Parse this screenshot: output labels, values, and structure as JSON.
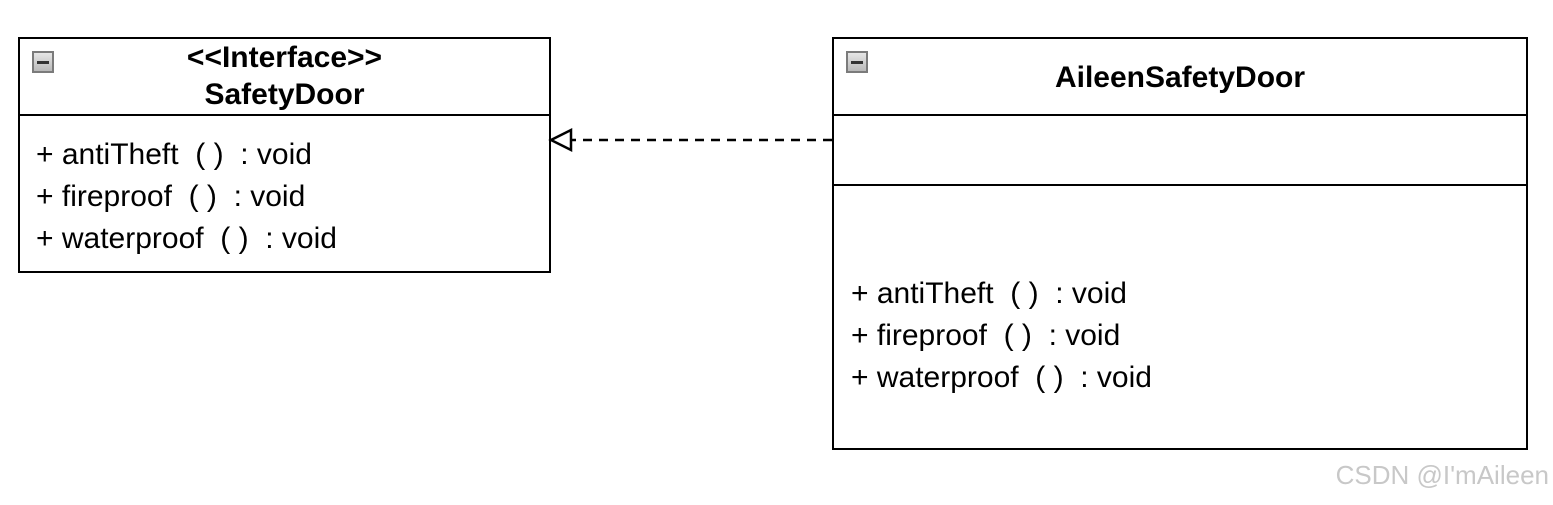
{
  "interface_class": {
    "stereotype": "<<Interface>>",
    "name": "SafetyDoor",
    "operations": [
      "+ antiTheft  ( )  : void",
      "+ fireproof  ( )  : void",
      "+ waterproof  ( )  : void"
    ]
  },
  "implementation_class": {
    "name": "AileenSafetyDoor",
    "attributes": [],
    "operations": [
      "+ antiTheft  ( )  : void",
      "+ fireproof  ( )  : void",
      "+ waterproof  ( )  : void"
    ]
  },
  "relationship": {
    "type": "realization",
    "from": "AileenSafetyDoor",
    "to": "SafetyDoor"
  },
  "watermark": "CSDN @I'mAileen"
}
